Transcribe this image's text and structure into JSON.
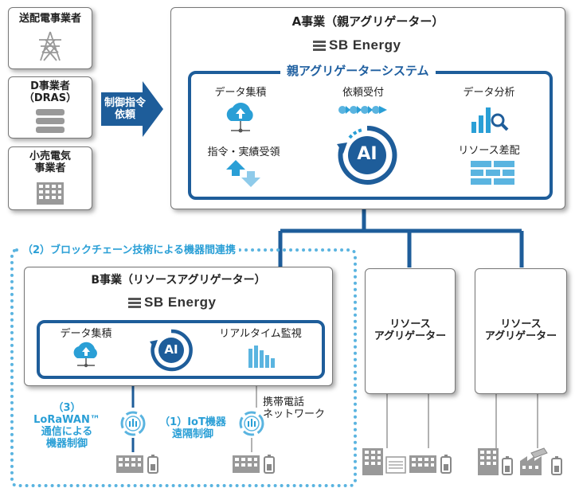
{
  "left_sources": [
    {
      "label": "送配電事業者"
    },
    {
      "label": "D事業者\n（DRAS）"
    },
    {
      "label": "小売電気\n事業者"
    }
  ],
  "arrow_label": "制御指令\n依頼",
  "a_business": {
    "title": "A事業（親アグリゲーター）",
    "brand": "SB Energy",
    "system_title": "親アグリゲーターシステム",
    "data_accumulation": "データ集積",
    "request_receipt": "依頼受付",
    "data_analysis": "データ分析",
    "command_receipt": "指令・実績受領",
    "resource_allocation": "リソース差配",
    "ai": "AI"
  },
  "b_business": {
    "title": "B事業（リソースアグリゲーター）",
    "brand": "SB Energy",
    "data_accumulation": "データ集積",
    "realtime_monitoring": "リアルタイム監視",
    "ai": "AI"
  },
  "resource_aggregator_1": "リソース\nアグリゲーター",
  "resource_aggregator_2": "リソース\nアグリゲーター",
  "blockchain_label": "（2）ブロックチェーン技術による機器間連携",
  "lorawan_label": "（3）LoRaWAN™\n通信による\n機器制御",
  "iot_label": "（1）IoT機器\n遠隔制御",
  "mobile_network_label": "携帯電話\nネットワーク",
  "colors": {
    "navy": "#1e5d9a",
    "cyan": "#2a9fd6",
    "gray": "#8a8a8a"
  }
}
